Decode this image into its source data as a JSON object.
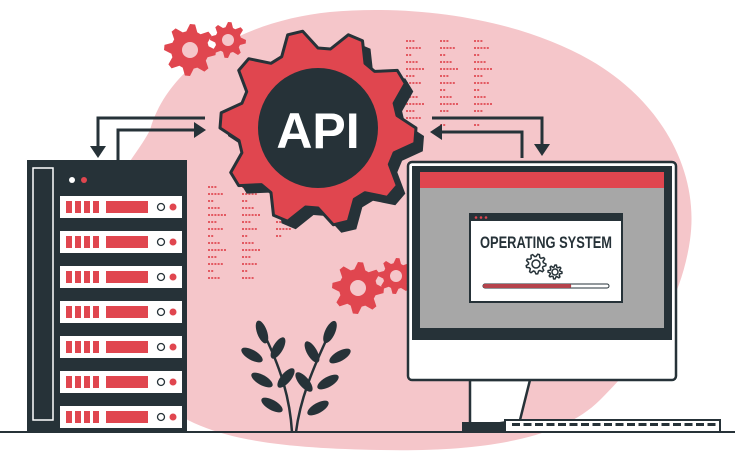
{
  "gear_label": "API",
  "os_window": {
    "title": "OPERATING SYSTEM",
    "progress": 0.7
  },
  "colors": {
    "accent": "#e0464f",
    "dark": "#263238",
    "blob": "#f5c6ca",
    "screen": "#a7a7a7"
  },
  "server": {
    "units": 7
  }
}
